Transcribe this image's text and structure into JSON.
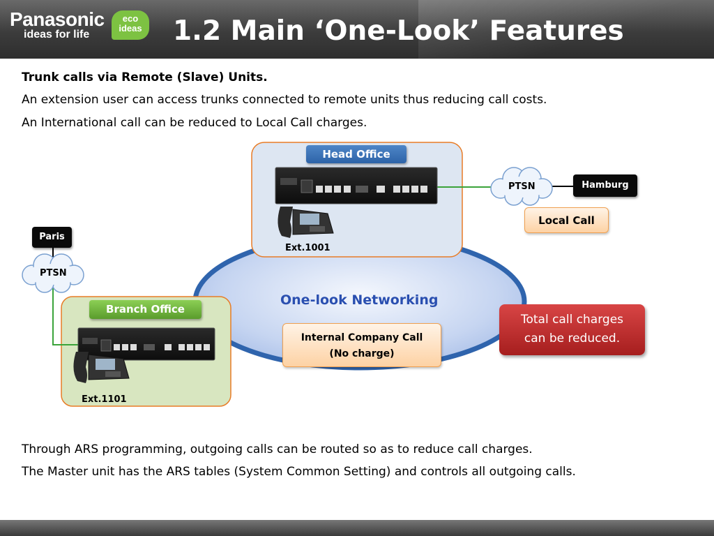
{
  "header": {
    "brand": "Panasonic",
    "tagline": "ideas for life",
    "eco_line1": "eco",
    "eco_line2": "ideas",
    "title": "1.2   Main ‘One-Look’ Features"
  },
  "intro": {
    "heading": "Trunk calls via Remote (Slave) Units.",
    "line1": "An extension user can access trunks connected to remote units thus reducing call costs.",
    "line2": "An International call can be reduced to Local Call charges."
  },
  "diagram": {
    "head_office": {
      "label": "Head Office",
      "ext": "Ext.1001"
    },
    "branch_office": {
      "label": "Branch Office",
      "ext": "Ext.1101"
    },
    "ptsn_right": "PTSN",
    "ptsn_left": "PTSN",
    "hamburg": "Hamburg",
    "paris": "Paris",
    "local_call": "Local Call",
    "network_label": "One-look Networking",
    "internal_call_line1": "Internal Company Call",
    "internal_call_line2": "(No charge)",
    "note": "Total call charges can be reduced."
  },
  "outro": {
    "line1": "Through ARS programming, outgoing calls can be routed so as to reduce call charges.",
    "line2": "The Master unit has the ARS tables (System Common Setting) and controls all outgoing calls."
  },
  "colors": {
    "header_bg": "#3c3c3c",
    "head_office_fill": "#dde6f2",
    "branch_office_fill": "#d8e6c0",
    "box_border": "#e87c26",
    "network_fill": "#c8d6f2",
    "network_border": "#2f64ad",
    "trunk_line": "#3aa33a",
    "red_note": "#c0302f"
  }
}
